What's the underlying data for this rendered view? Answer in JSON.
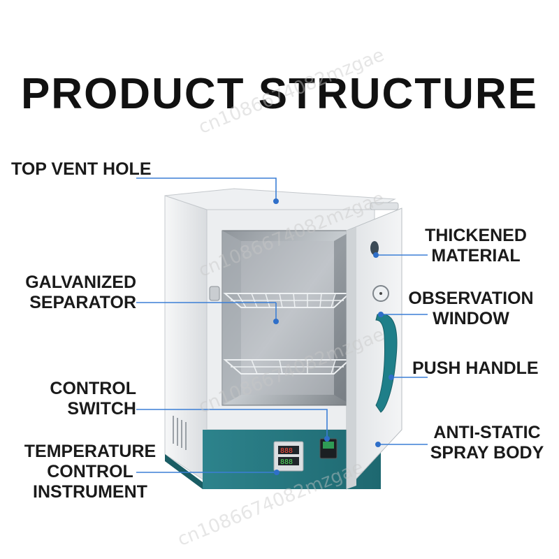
{
  "title": "PRODUCT STRUCTURE",
  "labels": {
    "top_vent_hole": [
      "TOP VENT HOLE"
    ],
    "galvanized_separator": [
      "GALVANIZED",
      "SEPARATOR"
    ],
    "control_switch": [
      "CONTROL",
      "SWITCH"
    ],
    "temperature_control": [
      "TEMPERATURE",
      "CONTROL",
      "INSTRUMENT"
    ],
    "thickened_material": [
      "THICKENED",
      "MATERIAL"
    ],
    "observation_window": [
      "OBSERVATION",
      "WINDOW"
    ],
    "push_handle": [
      "PUSH HANDLE"
    ],
    "anti_static": [
      "ANTI-STATIC",
      "SPRAY BODY"
    ]
  },
  "watermark": "cn1086674082mzgae",
  "colors": {
    "leader_line": "#3b7fd6",
    "dot": "#2f6fc9",
    "cabinet": "#e8eaec",
    "base_panel": "#2b7d86",
    "handle": "#1f7f89"
  }
}
